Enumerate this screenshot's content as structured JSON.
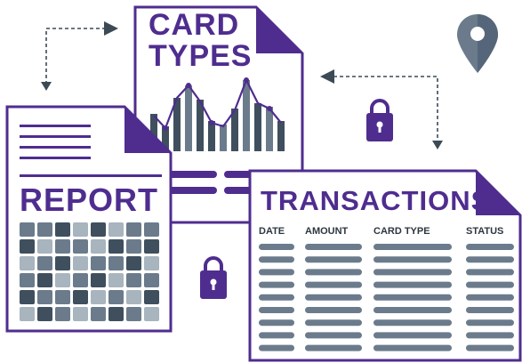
{
  "card_types": {
    "title_line1": "CARD",
    "title_line2": "TYPES"
  },
  "report": {
    "title": "REPORT"
  },
  "transactions": {
    "title": "TRANSACTIONS",
    "columns": [
      "DATE",
      "AMOUNT",
      "CARD TYPE",
      "STATUS"
    ]
  },
  "colors": {
    "purple": "#4f2d8f",
    "dark_slate": "#3f4f5e",
    "mid_slate": "#6b7b8c",
    "light_slate": "#a8b4be",
    "arrow": "#3c4a56"
  },
  "icons": [
    "location-pin-icon",
    "padlock-icon",
    "padlock-icon"
  ]
}
